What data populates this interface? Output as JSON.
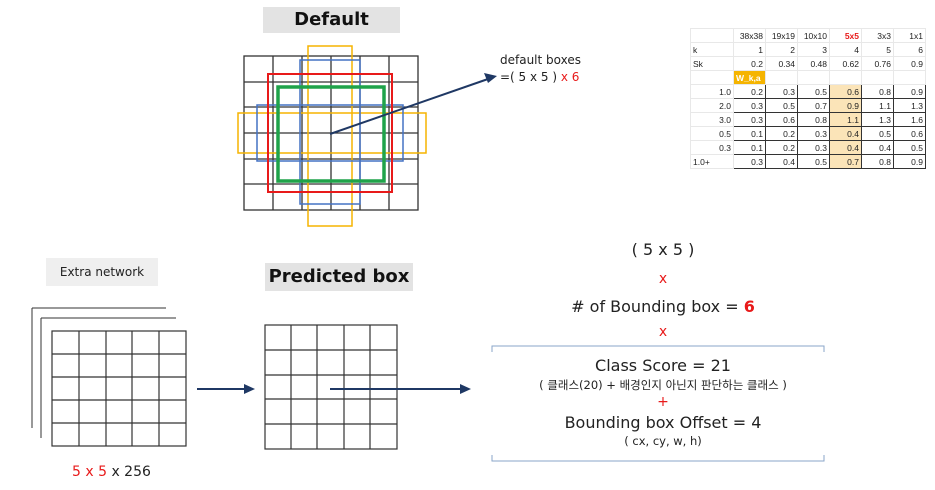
{
  "default_section": {
    "title": "Default",
    "annotation_line1": "default boxes",
    "annotation_prefix": "=( 5 x 5 ) ",
    "annotation_suffix": "x 6"
  },
  "table": {
    "columns": [
      "",
      "38x38",
      "19x19",
      "10x10",
      "5x5",
      "3x3",
      "1x1"
    ],
    "k_label": "k",
    "k_values": [
      "1",
      "2",
      "3",
      "4",
      "5",
      "6"
    ],
    "sk_label": "Sk",
    "sk_values": [
      "0.2",
      "0.34",
      "0.48",
      "0.62",
      "0.76",
      "0.9"
    ],
    "wk_label": "W_k,a",
    "rows": [
      {
        "label": "1.0",
        "values": [
          "0.2",
          "0.3",
          "0.5",
          "0.6",
          "0.8",
          "0.9"
        ]
      },
      {
        "label": "2.0",
        "values": [
          "0.3",
          "0.5",
          "0.7",
          "0.9",
          "1.1",
          "1.3"
        ]
      },
      {
        "label": "3.0",
        "values": [
          "0.3",
          "0.6",
          "0.8",
          "1.1",
          "1.3",
          "1.6"
        ]
      },
      {
        "label": "0.5",
        "values": [
          "0.1",
          "0.2",
          "0.3",
          "0.4",
          "0.5",
          "0.6"
        ]
      },
      {
        "label": "0.3",
        "values": [
          "0.1",
          "0.2",
          "0.3",
          "0.4",
          "0.4",
          "0.5"
        ]
      },
      {
        "label": "1.0+",
        "values": [
          "0.3",
          "0.4",
          "0.5",
          "0.7",
          "0.8",
          "0.9"
        ]
      }
    ]
  },
  "extra_network": {
    "title": "Extra network",
    "dim_a": "5 x 5",
    "dim_b": " x 256"
  },
  "predicted": {
    "title": "Predicted box"
  },
  "formula": {
    "grid": "( 5 x 5 )",
    "times1": "x",
    "bbox_prefix": "# of Bounding box = ",
    "bbox_count": "6",
    "times2": "x",
    "class_score": "Class Score = 21",
    "class_note": "( 클래스(20) + 배경인지 아닌지 판단하는 클래스 )",
    "plus": "+",
    "offset": "Bounding box Offset = 4",
    "offset_note": "( cx, cy, w, h)"
  },
  "colors": {
    "red": "#e81a1a",
    "green": "#1fa34a",
    "blue": "#4472c4",
    "yellow": "#f5b400",
    "navy": "#1f3864",
    "table_highlight": "#fbe4b8"
  }
}
